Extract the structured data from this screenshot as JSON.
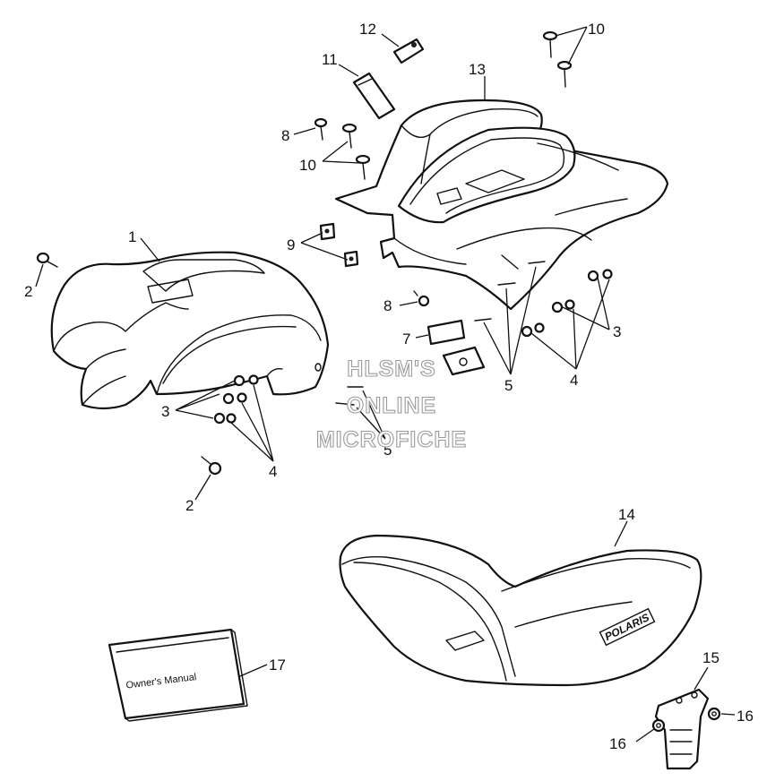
{
  "watermark": {
    "line1": "HLSM'S",
    "line2": "ONLINE",
    "line3": "MICROFICHE"
  },
  "manual_cover_text": "Owner's Manual",
  "seal_logo_text": "POLARIS",
  "callouts": {
    "front_fender": "1",
    "screw_left_top": "2",
    "screw_left_bottom": "2",
    "washer_left": "3",
    "washer_right": "3",
    "nut_left": "4",
    "nut_right": "4",
    "screw_left_group": "5",
    "screw_right_group": "5",
    "reflector": "7",
    "bolt_upper": "8",
    "bolt_lower": "8",
    "clip": "9",
    "bolt_left_pair": "10",
    "bolt_right_pair": "10",
    "latch_lower": "11",
    "latch_upper": "12",
    "rear_fender": "13",
    "seat": "14",
    "seat_bracket": "15",
    "nut_bracket_left": "16",
    "nut_bracket_right": "16",
    "manual": "17"
  }
}
